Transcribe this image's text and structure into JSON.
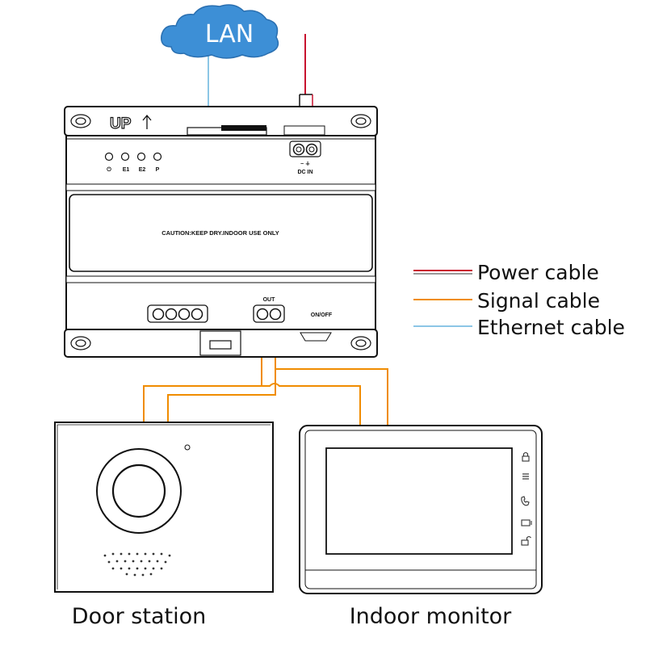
{
  "cloud": {
    "label": "LAN"
  },
  "controller": {
    "up_label": "UP",
    "indicators": [
      "⏻",
      "E1",
      "E2",
      "P"
    ],
    "dc_polarity": "− ∔",
    "dc_label": "DC IN",
    "caution": "CAUTION:KEEP DRY.INDOOR USE ONLY",
    "out_label": "OUT",
    "onoff_label": "ON/OFF"
  },
  "legend": [
    {
      "label": "Power cable",
      "color": "#c8102e"
    },
    {
      "label": "Signal cable",
      "color": "#f08c00"
    },
    {
      "label": "Ethernet cable",
      "color": "#8cc6e6"
    }
  ],
  "devices": {
    "door_station": "Door station",
    "indoor_monitor": "Indoor monitor"
  },
  "icons": [
    "cloud-icon",
    "up-arrow-icon",
    "lock-icon",
    "menu-icon",
    "phone-icon",
    "screen-icon",
    "unlock-icon"
  ]
}
